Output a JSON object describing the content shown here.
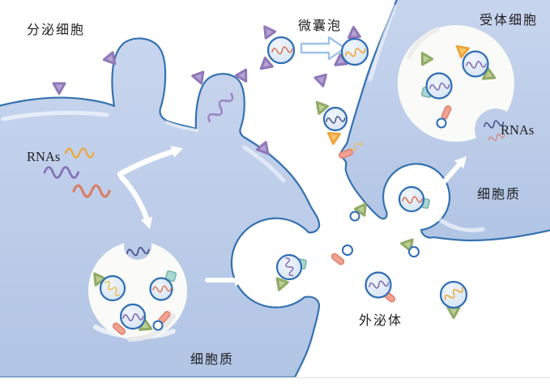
{
  "labels": {
    "secretory_cell": "分泌细胞",
    "microvesicle": "微囊泡",
    "recipient_cell": "受体细胞",
    "rnas_left": "RNAs",
    "rnas_right": "RNAs",
    "cytoplasm_secretory": "细胞质",
    "cytoplasm_recipient": "细胞质",
    "exosome": "外泌体"
  },
  "colors": {
    "background": "#ffffff",
    "cell_fill_top": "#c6d4ee",
    "cell_fill_bottom": "#b2c5e5",
    "cell_membrane_stroke": "#3572b0",
    "organelle_fill": "#fafbf9",
    "vesicle_fill": "#dce8f7",
    "vesicle_stroke": "#2e6db4",
    "receptor_triangle_purple": "#b6a2d2",
    "receptor_triangle_green": "#bcce96",
    "receptor_triangle_orange": "#f7c76a",
    "protein_square_teal": "#a8d7d1",
    "protein_rod_pink": "#f0a292",
    "rna_orange": "#efa93c",
    "rna_purple": "#8572b8",
    "rna_red": "#d97d61",
    "rna_navy": "#47548e",
    "rna_yellow": "#ecc14f",
    "arrow_white": "#ffffff",
    "hollow_arrow_stroke": "#9fc3e7",
    "text": "#1e1e1e"
  },
  "icons": {
    "purple_triangle": "membrane-receptor-triangle",
    "green_triangle": "surface-protein-triangle",
    "orange_triangle": "surface-protein-triangle-orange",
    "teal_square": "surface-protein-square",
    "pink_rod": "surface-protein-rod",
    "squiggle": "rna-strand",
    "white_cup": "multivesicular-body",
    "blue_circle": "vesicle"
  }
}
